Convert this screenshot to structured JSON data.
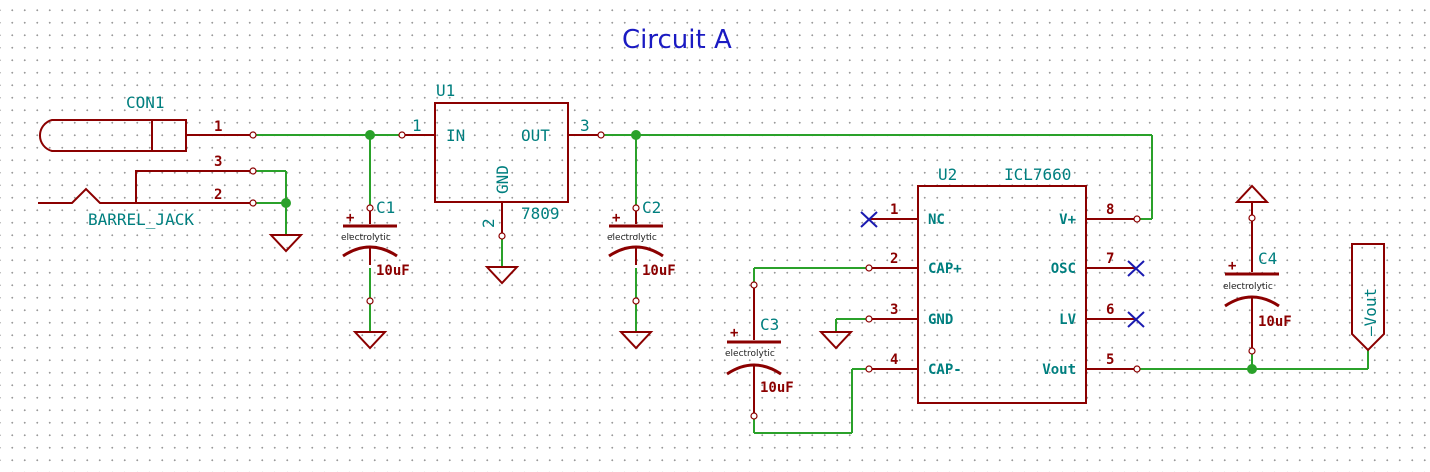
{
  "title": "Circuit A",
  "con1": {
    "ref": "CON1",
    "value": "BARREL_JACK",
    "pins": [
      "1",
      "3",
      "2"
    ]
  },
  "u1": {
    "ref": "U1",
    "value": "7809",
    "pins": {
      "in_label": "IN",
      "out_label": "OUT",
      "gnd_label": "GND",
      "in_no": "1",
      "out_no": "3",
      "gnd_no": "2"
    }
  },
  "u2": {
    "ref": "U2",
    "value": "ICL7660",
    "left_pins": [
      {
        "no": "1",
        "label": "NC"
      },
      {
        "no": "2",
        "label": "CAP+"
      },
      {
        "no": "3",
        "label": "GND"
      },
      {
        "no": "4",
        "label": "CAP-"
      }
    ],
    "right_pins": [
      {
        "no": "8",
        "label": "V+"
      },
      {
        "no": "7",
        "label": "OSC"
      },
      {
        "no": "6",
        "label": "LV"
      },
      {
        "no": "5",
        "label": "Vout"
      }
    ]
  },
  "capacitors": [
    {
      "ref": "C1",
      "type": "electrolytic",
      "value": "10uF",
      "polarity": "+"
    },
    {
      "ref": "C2",
      "type": "electrolytic",
      "value": "10uF",
      "polarity": "+"
    },
    {
      "ref": "C3",
      "type": "electrolytic",
      "value": "10uF",
      "polarity": "+"
    },
    {
      "ref": "C4",
      "type": "electrolytic",
      "value": "10uF",
      "polarity": "+"
    }
  ],
  "output_label": "Vout",
  "colors": {
    "wire": "#2aa12a",
    "component": "#8b0000",
    "label": "#007f7f",
    "title": "#1a1ac2",
    "no_connect": "#1a1ab0"
  }
}
